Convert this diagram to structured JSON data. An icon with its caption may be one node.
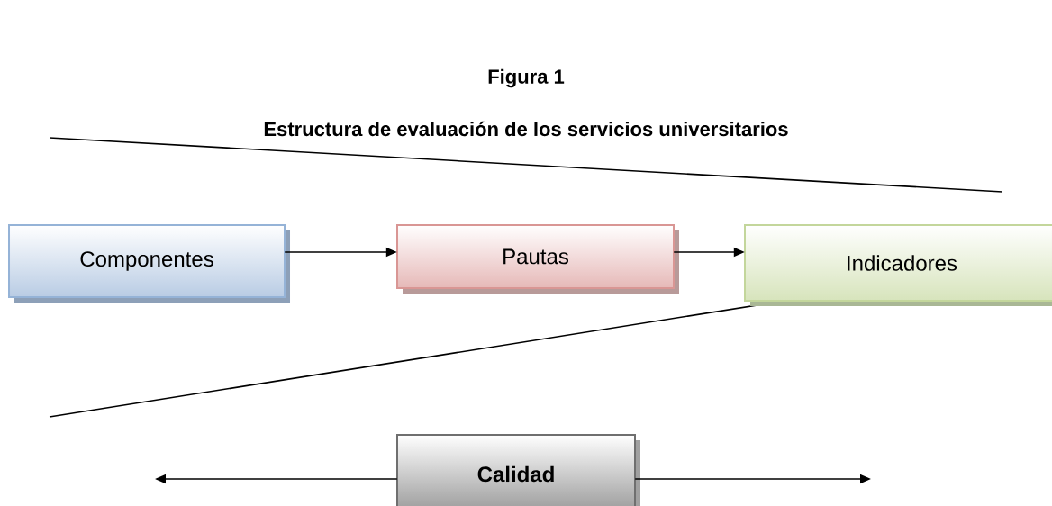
{
  "diagram": {
    "title": "Figura 1",
    "caption": "Estructura de evaluación de los servicios universitarios",
    "nodes": [
      {
        "text": [
          "Componentes"
        ]
      },
      {
        "text": [
          "Pautas"
        ]
      },
      {
        "text": [
          "Indicadores"
        ]
      },
      {
        "text": [
          "Calidad"
        ]
      }
    ],
    "edges": [
      {
        "from": 0,
        "to": 1,
        "arrow": "to"
      },
      {
        "from": 1,
        "to": 2,
        "arrow": "to"
      },
      {
        "from": 3,
        "to": null,
        "arrow": "to"
      },
      {
        "from": 3,
        "to": null,
        "arrow": "to"
      }
    ]
  }
}
